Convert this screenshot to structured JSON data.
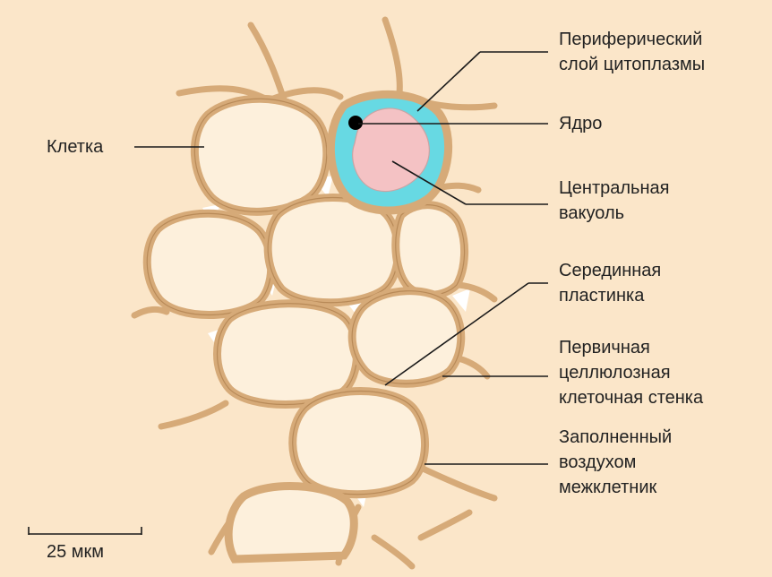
{
  "labels": {
    "cell": "Клетка",
    "peripheral_cytoplasm": [
      "Периферический",
      "слой цитоплазмы"
    ],
    "nucleus": "Ядро",
    "central_vacuole": [
      "Центральная",
      "вакуоль"
    ],
    "middle_lamella": [
      "Серединная",
      "пластинка"
    ],
    "primary_wall": [
      "Первичная",
      "целлюлозная",
      "клеточная стенка"
    ],
    "air_space": [
      "Заполненный",
      "воздухом",
      "межклетник"
    ]
  },
  "scale_bar": {
    "label": "25 мкм"
  },
  "colors": {
    "background": "#fbe6c9",
    "wall": "#d6aa78",
    "cell_interior": "#fdf0dc",
    "cytoplasm": "#67d9e3",
    "vacuole": "#f4c2c4",
    "nucleus": "#000000",
    "leader": "#1a1a1a"
  }
}
